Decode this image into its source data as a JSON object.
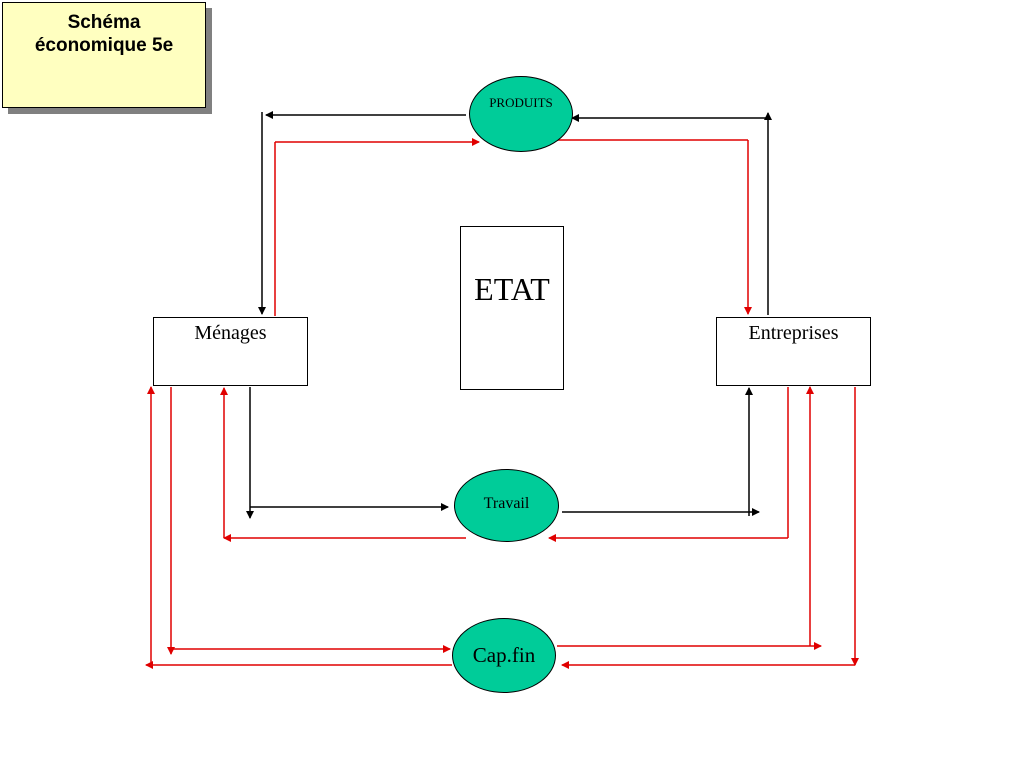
{
  "title": {
    "line1": "Schéma",
    "line2": "économique 5e"
  },
  "nodes": {
    "produits": "PRODUITS",
    "etat": "ETAT",
    "menages": "Ménages",
    "entreprises": "Entreprises",
    "travail": "Travail",
    "capfin": "Cap.fin"
  },
  "colors": {
    "ellipse_fill": "#00cc99",
    "title_fill": "#ffffc0",
    "real_flow": "#000000",
    "money_flow": "#e00000"
  }
}
